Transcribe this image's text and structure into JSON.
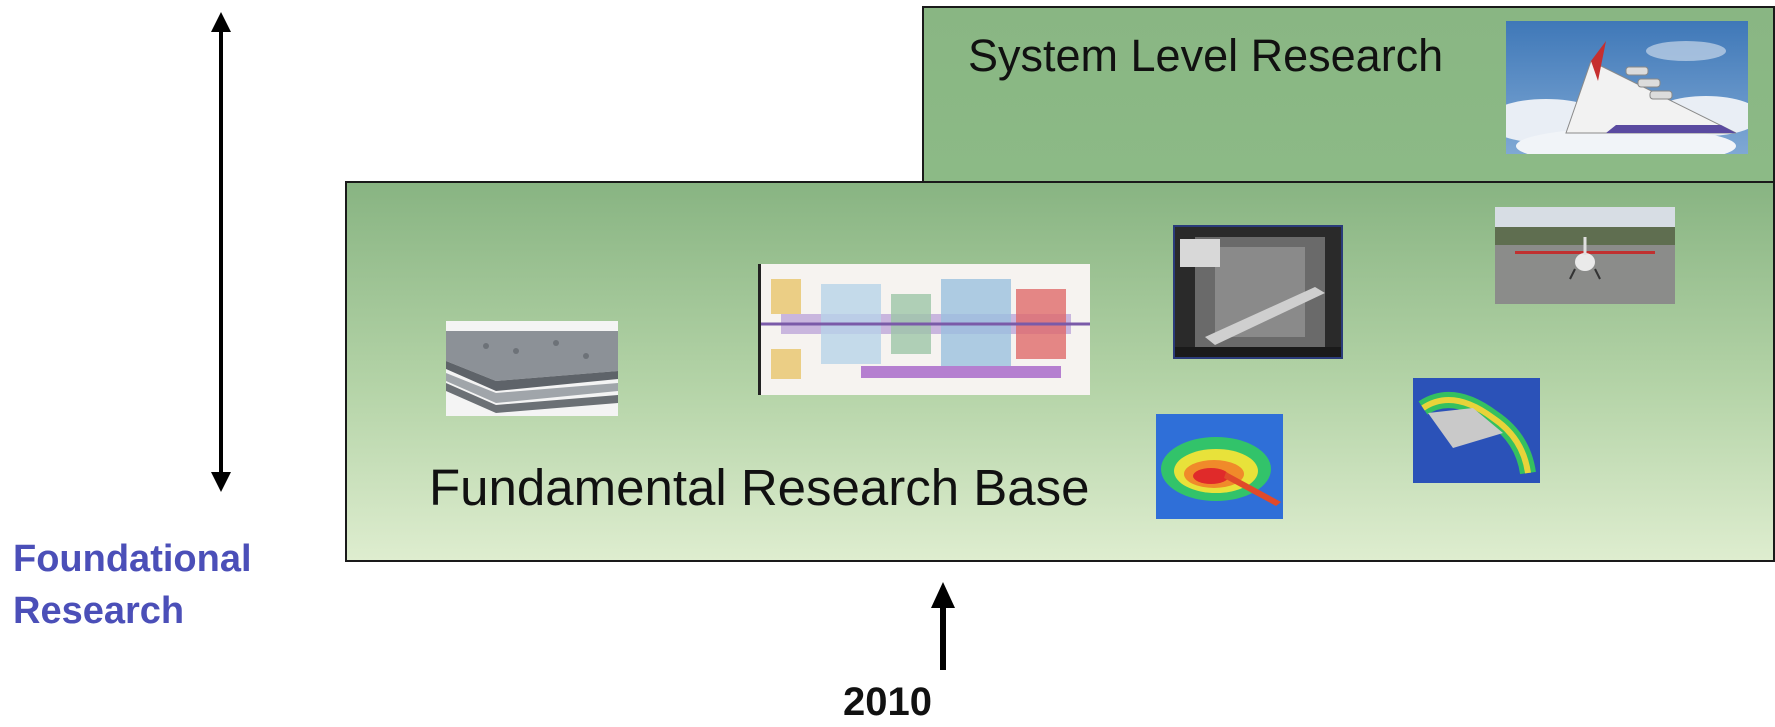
{
  "system_level": {
    "label": "System Level Research"
  },
  "fundamental_base": {
    "label": "Fundamental Research Base"
  },
  "foundational": {
    "line1": "Foundational",
    "line2": "Research"
  },
  "timeline": {
    "year": "2010"
  },
  "colors": {
    "foundational_text": "#4b4fb8",
    "box_green_top": "#88b482",
    "box_green_bottom": "#deedcf"
  },
  "images": [
    "blended-wing-aircraft-photo",
    "composite-panel-photo",
    "engine-cutaway-diagram",
    "wind-tunnel-model-photo",
    "small-aircraft-runway-photo",
    "cfd-contour-plot",
    "wing-flow-simulation"
  ]
}
